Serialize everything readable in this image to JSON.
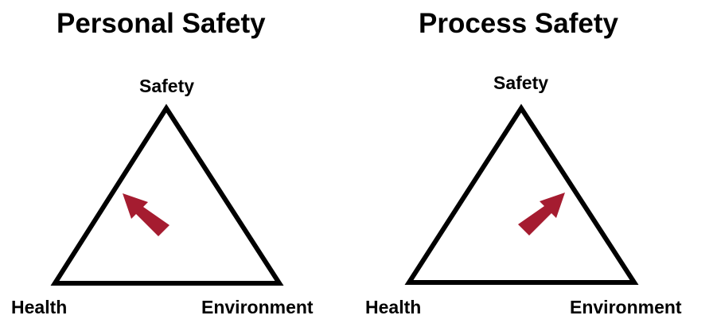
{
  "colors": {
    "outline": "#000000",
    "arrow": "#a51c30",
    "background": "#ffffff"
  },
  "diagrams": [
    {
      "title": "Personal Safety",
      "vertices": {
        "top": "Safety",
        "bottom_left": "Health",
        "bottom_right": "Environment"
      },
      "arrow_direction": "up-left"
    },
    {
      "title": "Process Safety",
      "vertices": {
        "top": "Safety",
        "bottom_left": "Health",
        "bottom_right": "Environment"
      },
      "arrow_direction": "up-right"
    }
  ]
}
